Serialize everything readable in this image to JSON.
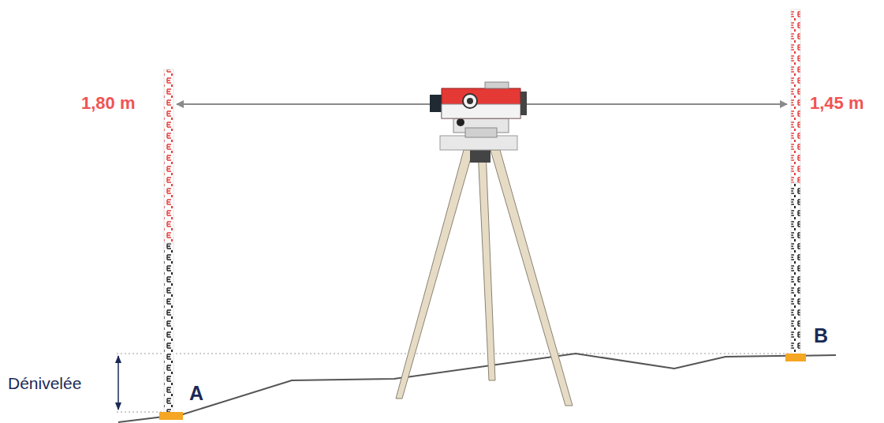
{
  "diagram": {
    "labels": [
      "1,80 m",
      "1,45 m",
      "Dénivelée",
      "A",
      "B"
    ]
  }
}
